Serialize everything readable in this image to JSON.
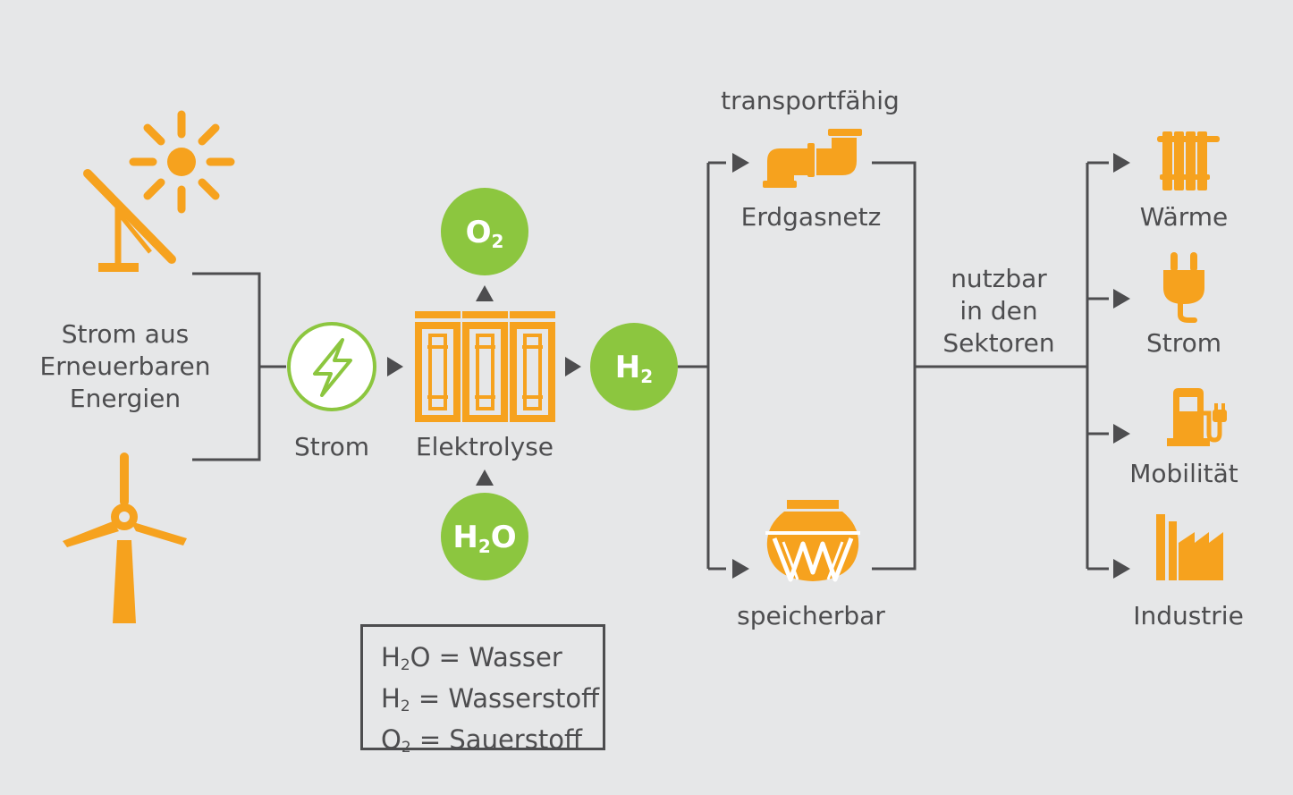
{
  "colors": {
    "background": "#e6e7e8",
    "orange": "#f6a21e",
    "green": "#8cc63f",
    "line": "#4d4d4f",
    "text": "#4d4d4f"
  },
  "sources": {
    "label_lines": [
      "Strom aus",
      "Erneuerbaren",
      "Energien"
    ],
    "icons": [
      "solar-panel-icon",
      "sun-icon",
      "wind-turbine-icon"
    ]
  },
  "strom_node": {
    "label": "Strom",
    "icon": "lightning-icon"
  },
  "elektrolyse_node": {
    "label": "Elektrolyse",
    "icon": "electrolyser-icon"
  },
  "molecules": {
    "o2": {
      "base": "O",
      "sub": "2"
    },
    "h2o": {
      "base": "H",
      "sub": "2",
      "tail": "O"
    },
    "h2": {
      "base": "H",
      "sub": "2"
    }
  },
  "paths": {
    "transport_caption": "transportfähig",
    "erdgasnetz": {
      "label": "Erdgasnetz",
      "icon": "pipe-icon"
    },
    "speicherbar": {
      "label": "speicherbar",
      "icon": "storage-tank-icon"
    }
  },
  "sectors_caption_lines": [
    "nutzbar",
    "in den",
    "Sektoren"
  ],
  "sectors": [
    {
      "label": "Wärme",
      "icon": "radiator-icon"
    },
    {
      "label": "Strom",
      "icon": "plug-icon"
    },
    {
      "label": "Mobilität",
      "icon": "charging-station-icon"
    },
    {
      "label": "Industrie",
      "icon": "factory-icon"
    }
  ],
  "legend": [
    {
      "formula_base": "H",
      "formula_sub": "2",
      "formula_tail": "O",
      "text": " = Wasser"
    },
    {
      "formula_base": "H",
      "formula_sub": "2",
      "formula_tail": "",
      "text": " = Wasserstoff"
    },
    {
      "formula_base": "O",
      "formula_sub": "2",
      "formula_tail": "",
      "text": " = Sauerstoff"
    }
  ]
}
